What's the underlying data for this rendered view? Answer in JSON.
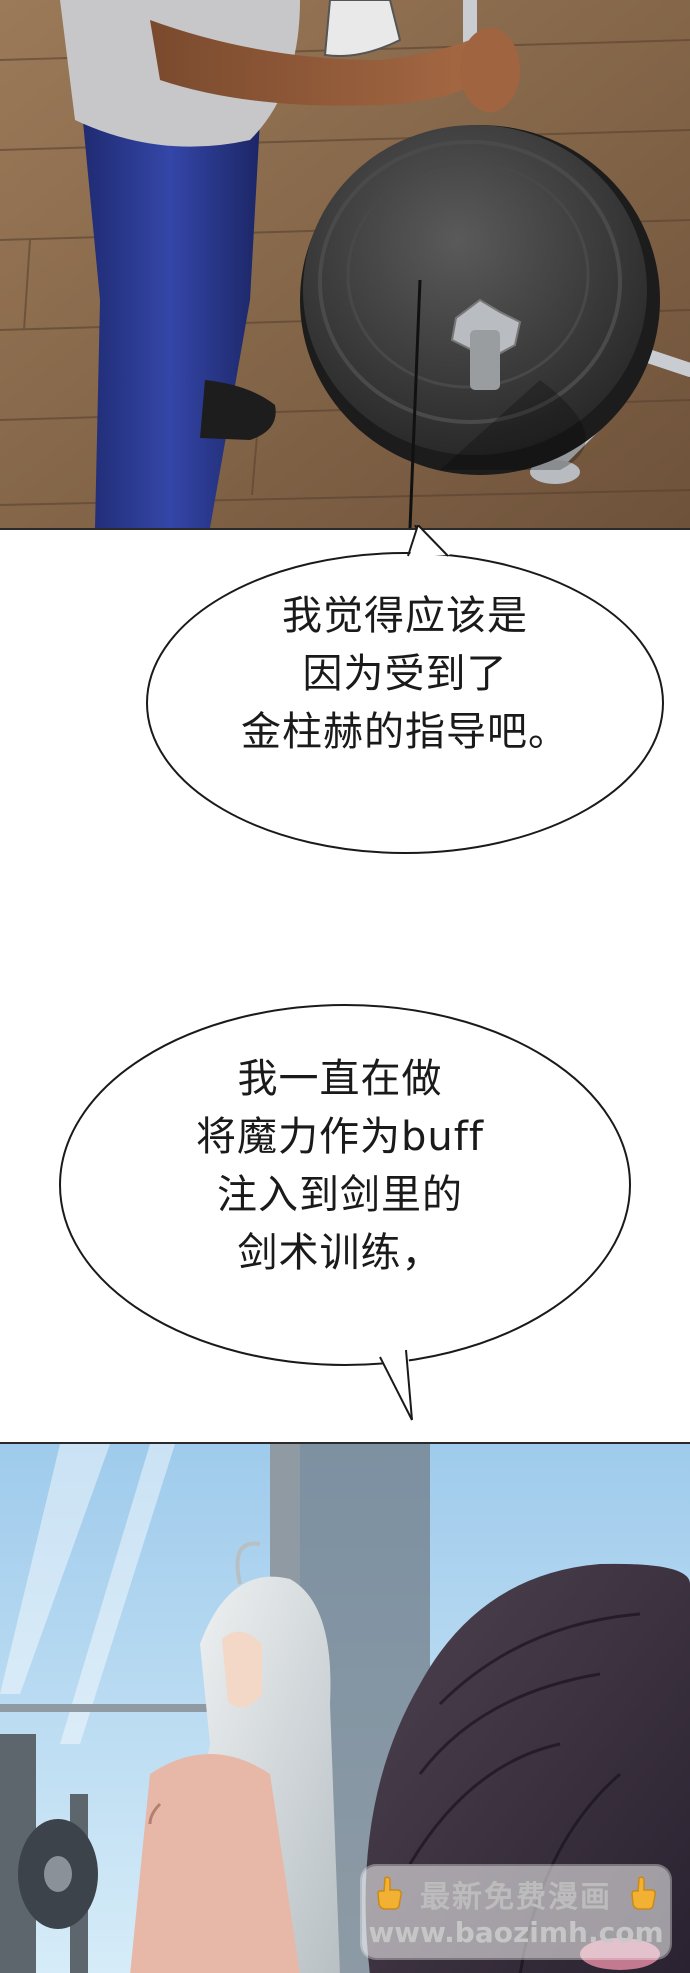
{
  "bubbles": [
    {
      "lines": [
        "我觉得应该是",
        "因为受到了",
        "金柱赫的指导吧。"
      ]
    },
    {
      "lines": [
        "我一直在做",
        "将魔力作为buff",
        "注入到剑里的",
        "剑术训练，"
      ]
    }
  ],
  "watermark": {
    "title": "最新免费漫画",
    "url": "www.baozimh.com",
    "icon": "pointing-hand-icon"
  },
  "colors": {
    "floor": "#8a6a4a",
    "plate": "#3a3a3a",
    "pants": "#2c3a8c",
    "sky": "#bfe0f5",
    "hair_dark": "#3c3240",
    "hair_light": "#d8dde0"
  }
}
